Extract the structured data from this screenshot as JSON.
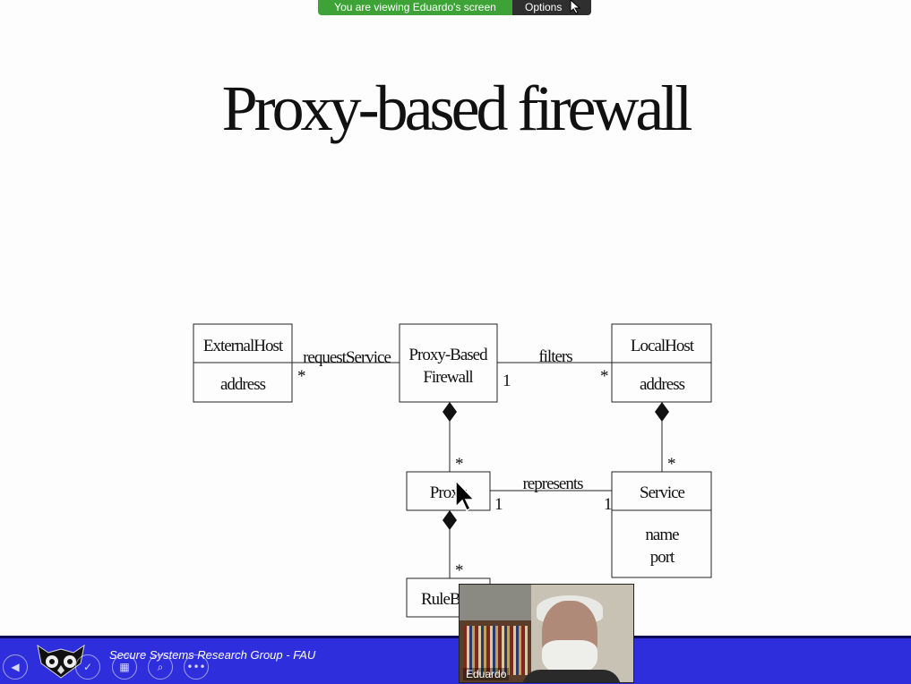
{
  "share_banner": {
    "viewing_text": "You are viewing Eduardo's screen",
    "options_label": "Options"
  },
  "slide": {
    "title": "Proxy-based firewall"
  },
  "diagram": {
    "classes": {
      "external_host": {
        "name": "ExternalHost",
        "attr": "address"
      },
      "firewall": {
        "name_line1": "Proxy-Based",
        "name_line2": "Firewall"
      },
      "local_host": {
        "name": "LocalHost",
        "attr": "address"
      },
      "proxy": {
        "name": "Proxy"
      },
      "service": {
        "name": "Service",
        "attr1": "name",
        "attr2": "port"
      },
      "rule": {
        "name": "RuleB"
      }
    },
    "associations": {
      "request_service": {
        "label": "requestService",
        "mult_left": "*"
      },
      "filters": {
        "label": "filters",
        "mult_left": "1",
        "mult_right": "*"
      },
      "represents": {
        "label": "represents",
        "mult_left": "1",
        "mult_right": "1"
      },
      "firewall_proxy": {
        "mult": "*"
      },
      "localhost_service": {
        "mult": "*"
      },
      "proxy_rule": {
        "mult": "*"
      }
    }
  },
  "footer": {
    "text": "Secure Systems Research Group - FAU"
  },
  "video": {
    "participant_name": "Eduardo"
  },
  "nav_icons": [
    "previous-icon",
    "grid-icon",
    "pen-icon",
    "zoom-icon",
    "more-icon"
  ],
  "colors": {
    "banner_green": "#3da336",
    "footer_blue": "#2e2edc",
    "options_dark": "#2f2f2f"
  }
}
